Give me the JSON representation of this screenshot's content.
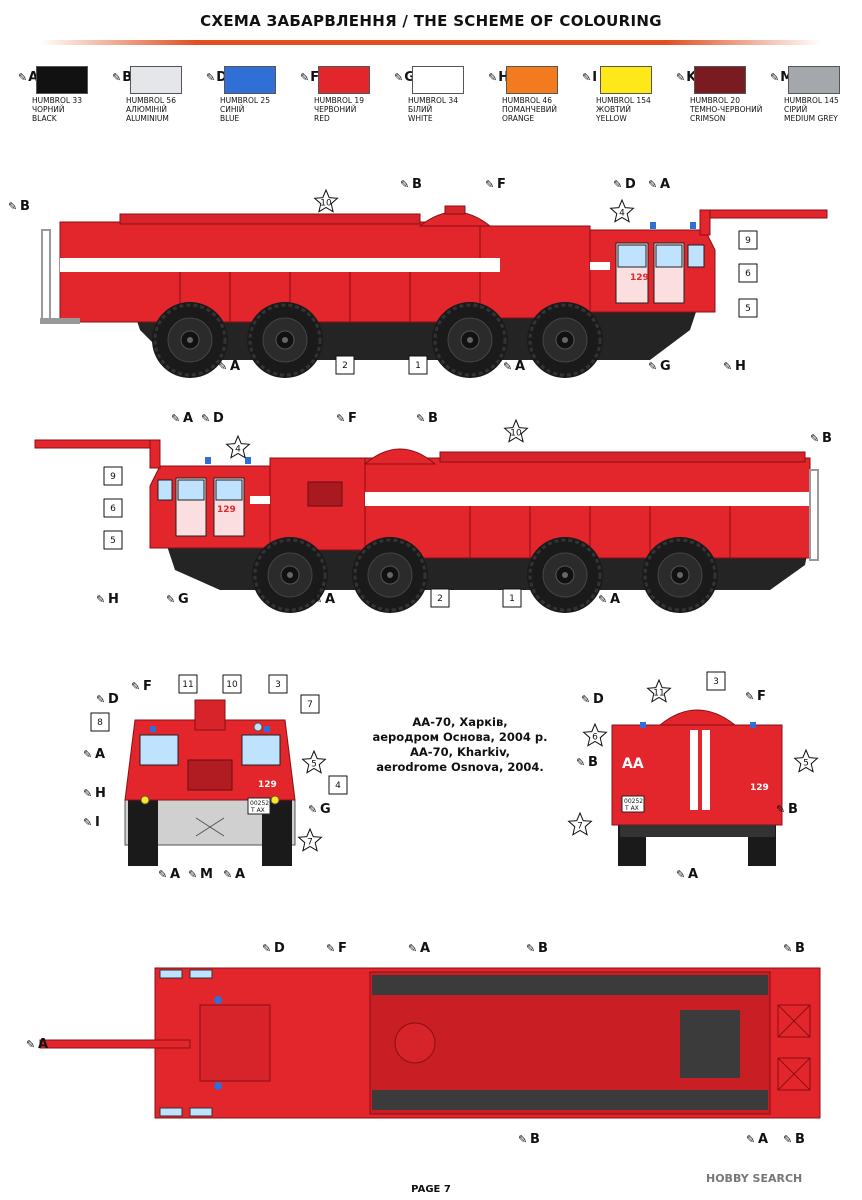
{
  "header": {
    "title": "СХЕМА ЗАБАРВЛЕННЯ / THE SCHEME OF COLOURING"
  },
  "palette": [
    {
      "letter": "A",
      "code": "HUMBROL 33",
      "ua": "ЧОРНИЙ",
      "en": "BLACK",
      "color": "#111111"
    },
    {
      "letter": "B",
      "code": "HUMBROL 56",
      "ua": "АЛЮМІНІЙ",
      "en": "ALUMINIUM",
      "color": "#e4e6ea"
    },
    {
      "letter": "D",
      "code": "HUMBROL 25",
      "ua": "СИНІЙ",
      "en": "BLUE",
      "color": "#2f6fd6"
    },
    {
      "letter": "F",
      "code": "HUMBROL 19",
      "ua": "ЧЕРВОНИЙ",
      "en": "RED",
      "color": "#e3262b"
    },
    {
      "letter": "G",
      "code": "HUMBROL 34",
      "ua": "БІЛИЙ",
      "en": "WHITE",
      "color": "#ffffff"
    },
    {
      "letter": "H",
      "code": "HUMBROL 46",
      "ua": "ПОМАНЧЕВИЙ",
      "en": "ORANGE",
      "color": "#f47a1f"
    },
    {
      "letter": "I",
      "code": "HUMBROL 154",
      "ua": "ЖОВТИЙ",
      "en": "YELLOW",
      "color": "#ffe81a"
    },
    {
      "letter": "K",
      "code": "HUMBROL 20",
      "ua": "ТЕМНО-ЧЕРВОНИЙ",
      "en": "CRIMSON",
      "color": "#7a1b20"
    },
    {
      "letter": "M",
      "code": "HUMBROL 145",
      "ua": "СІРИЙ",
      "en": "MEDIUM GREY",
      "color": "#a4a7ab"
    }
  ],
  "vehicle": {
    "plate_number": "129",
    "rear_badge": "AA",
    "plate_top": "00252",
    "plate_bottom": "Т АХ"
  },
  "callouts": {
    "n1": "1",
    "n2": "2",
    "n3": "3",
    "n4": "4",
    "n5": "5",
    "n6": "6",
    "n7": "7",
    "n8": "8",
    "n9": "9",
    "n10": "10",
    "n11": "11"
  },
  "letters": {
    "A": "A",
    "B": "B",
    "D": "D",
    "F": "F",
    "G": "G",
    "H": "H",
    "I": "I",
    "M": "M"
  },
  "caption": {
    "line1": "АА-70, Харків,",
    "line2": "аеродром Основа, 2004 р.",
    "line3": "AA-70, Kharkiv,",
    "line4": "aerodrome Osnova, 2004."
  },
  "footer": {
    "page": "PAGE 7",
    "watermark": "HOBBY SEARCH"
  },
  "colors": {
    "body_red": "#e3262b",
    "dark_red": "#b3151c",
    "stripe": "#ffffff",
    "tyre": "#1a1a1a",
    "rim": "#2b2b2b",
    "accent": "#e05020"
  }
}
